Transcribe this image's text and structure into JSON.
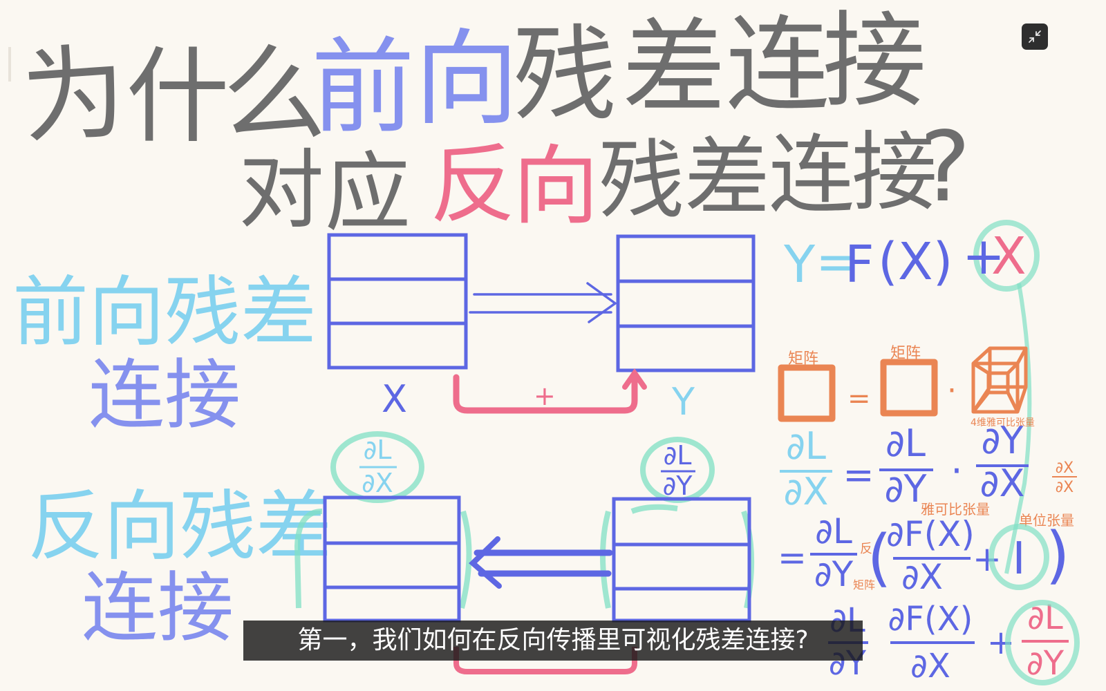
{
  "title": {
    "line1": [
      "为",
      "什",
      "么",
      "前",
      "向",
      "残",
      "差",
      "连",
      "接"
    ],
    "line2": [
      "对",
      "应",
      "反",
      "向",
      "残",
      "差",
      "连",
      "接",
      "?"
    ]
  },
  "forward_label": {
    "line1": "前向残差",
    "line2": "连接"
  },
  "backward_label": {
    "line1": "反向残差",
    "line2": "连接"
  },
  "box_labels": {
    "x": "X",
    "y": "Y",
    "plus": "+"
  },
  "gradients": {
    "dl_dx": [
      "∂L",
      "∂X"
    ],
    "dl_dy": [
      "∂L",
      "∂Y"
    ]
  },
  "formula": {
    "main": [
      "Y",
      "=",
      "F",
      "(X)",
      "+",
      "X"
    ],
    "matrix_note_1": "矩阵",
    "matrix_note_2": "矩阵",
    "tensor_note": "4维雅可比张量",
    "equals": "=",
    "dot": "·",
    "line1": {
      "lhs": [
        "∂L",
        "∂X"
      ],
      "t1": [
        "∂L",
        "∂Y"
      ],
      "t2": [
        "∂Y",
        "∂X"
      ],
      "side": [
        "∂X",
        "∂X"
      ]
    },
    "jacobian_note": "雅可比张量",
    "unit_note": "单位张量",
    "line2": {
      "t1": [
        "∂L",
        "∂Y"
      ],
      "grad_note": "反",
      "matrix_note": "矩阵",
      "t2": [
        "∂F(X)",
        "∂X"
      ],
      "identity": "I"
    },
    "line3": {
      "t1": [
        "∂L",
        "∂Y"
      ],
      "t2": [
        "∂F(X)",
        "∂X"
      ],
      "t3": [
        "∂L",
        "∂Y"
      ]
    }
  },
  "subtitle": "第一，我们如何在反向传播里可视化残差连接?",
  "exit_fullscreen_icon": "exit-fullscreen-icon",
  "colors": {
    "gray": "#6e6e6e",
    "periwinkle": "#8591ee",
    "pink": "#ee6d8c",
    "cyan": "#86d3ef",
    "blue": "#5d67e3",
    "mint": "#80e0c4",
    "orange": "#ea8553",
    "background": "#fbf8f2"
  }
}
